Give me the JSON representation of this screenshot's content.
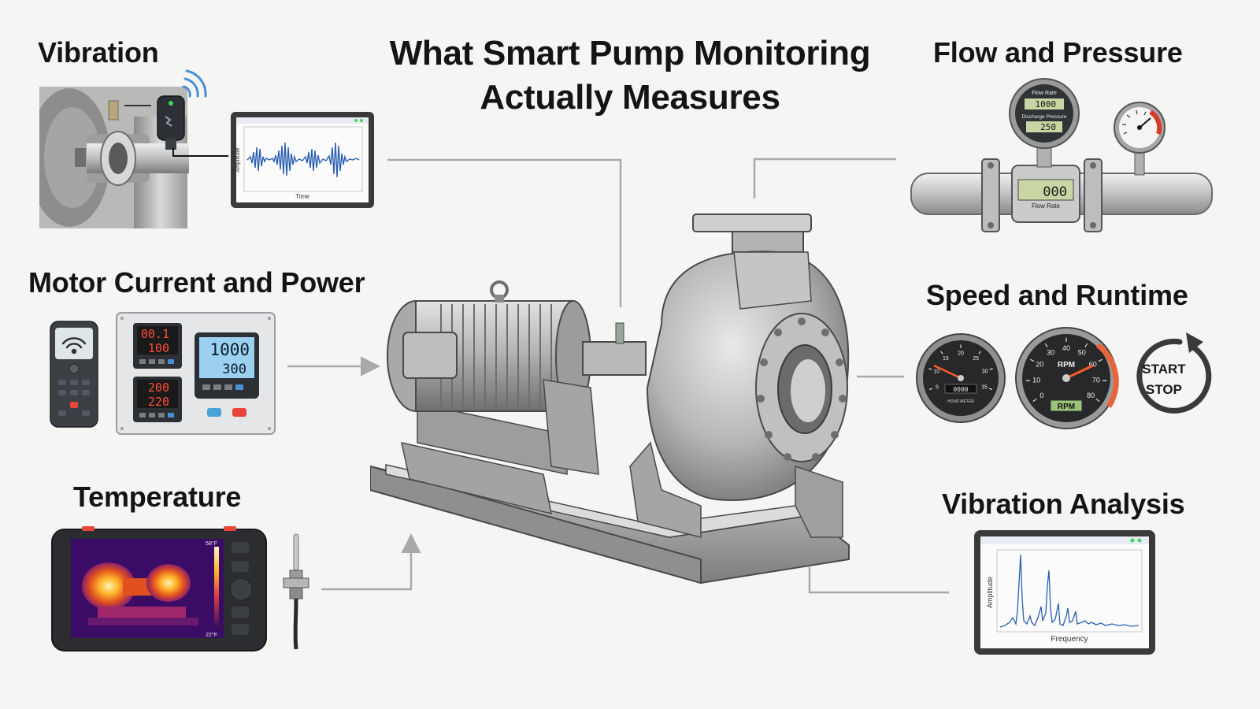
{
  "title": {
    "line1": "What Smart Pump Monitoring",
    "line2": "Actually Measures"
  },
  "sections": {
    "vibration": {
      "heading": "Vibration",
      "screen_y_label": "Amplitude",
      "screen_x_label": "Time"
    },
    "motor": {
      "heading": "Motor Current and Power",
      "meter1_top": "00.1",
      "meter1_bottom": "100",
      "meter2_top": "200",
      "meter2_bottom": "220",
      "big_top": "1000",
      "big_bottom": "300"
    },
    "temperature": {
      "heading": "Temperature",
      "scale_top": "58°F",
      "scale_bottom": "22°F"
    },
    "flow": {
      "heading": "Flow and Pressure",
      "gauge_flow_label": "Flow Rate",
      "gauge_flow_value": "1000",
      "gauge_pressure_label": "Discharge Pressure",
      "gauge_pressure_value": "250",
      "meter_value": "000",
      "meter_label": "Flow Rate"
    },
    "speed": {
      "heading": "Speed and Runtime",
      "hour_meter_label": "HOUR METER",
      "hour_digits": "0000",
      "rpm_label": "RPM",
      "rpm_display": "RPM",
      "start_label": "START",
      "stop_label": "STOP",
      "hour_ticks": [
        "5",
        "10",
        "15",
        "20",
        "25",
        "30",
        "35"
      ],
      "rpm_ticks": [
        "0",
        "10",
        "20",
        "30",
        "40",
        "50",
        "60",
        "70",
        "80"
      ]
    },
    "analysis": {
      "heading": "Vibration Analysis",
      "y_label": "Amplitude",
      "x_label": "Frequency"
    }
  },
  "colors": {
    "background": "#f5f5f4",
    "connector": "#a9a9a9",
    "metal_light": "#d6d6d4",
    "metal_mid": "#a9a9a7",
    "metal_dark": "#6e6e6c",
    "lcd_green": "#c9d6a4",
    "lcd_blue": "#9cd0f0",
    "led_red": "#ff4d3a",
    "gauge_face": "#2a2a2a",
    "redline": "#e8643a",
    "waveform_blue": "#2b5fb3"
  },
  "icons": [
    "wifi-icon",
    "wireless-signal-icon",
    "restart-arrow-icon",
    "thermal-pump-icon"
  ]
}
